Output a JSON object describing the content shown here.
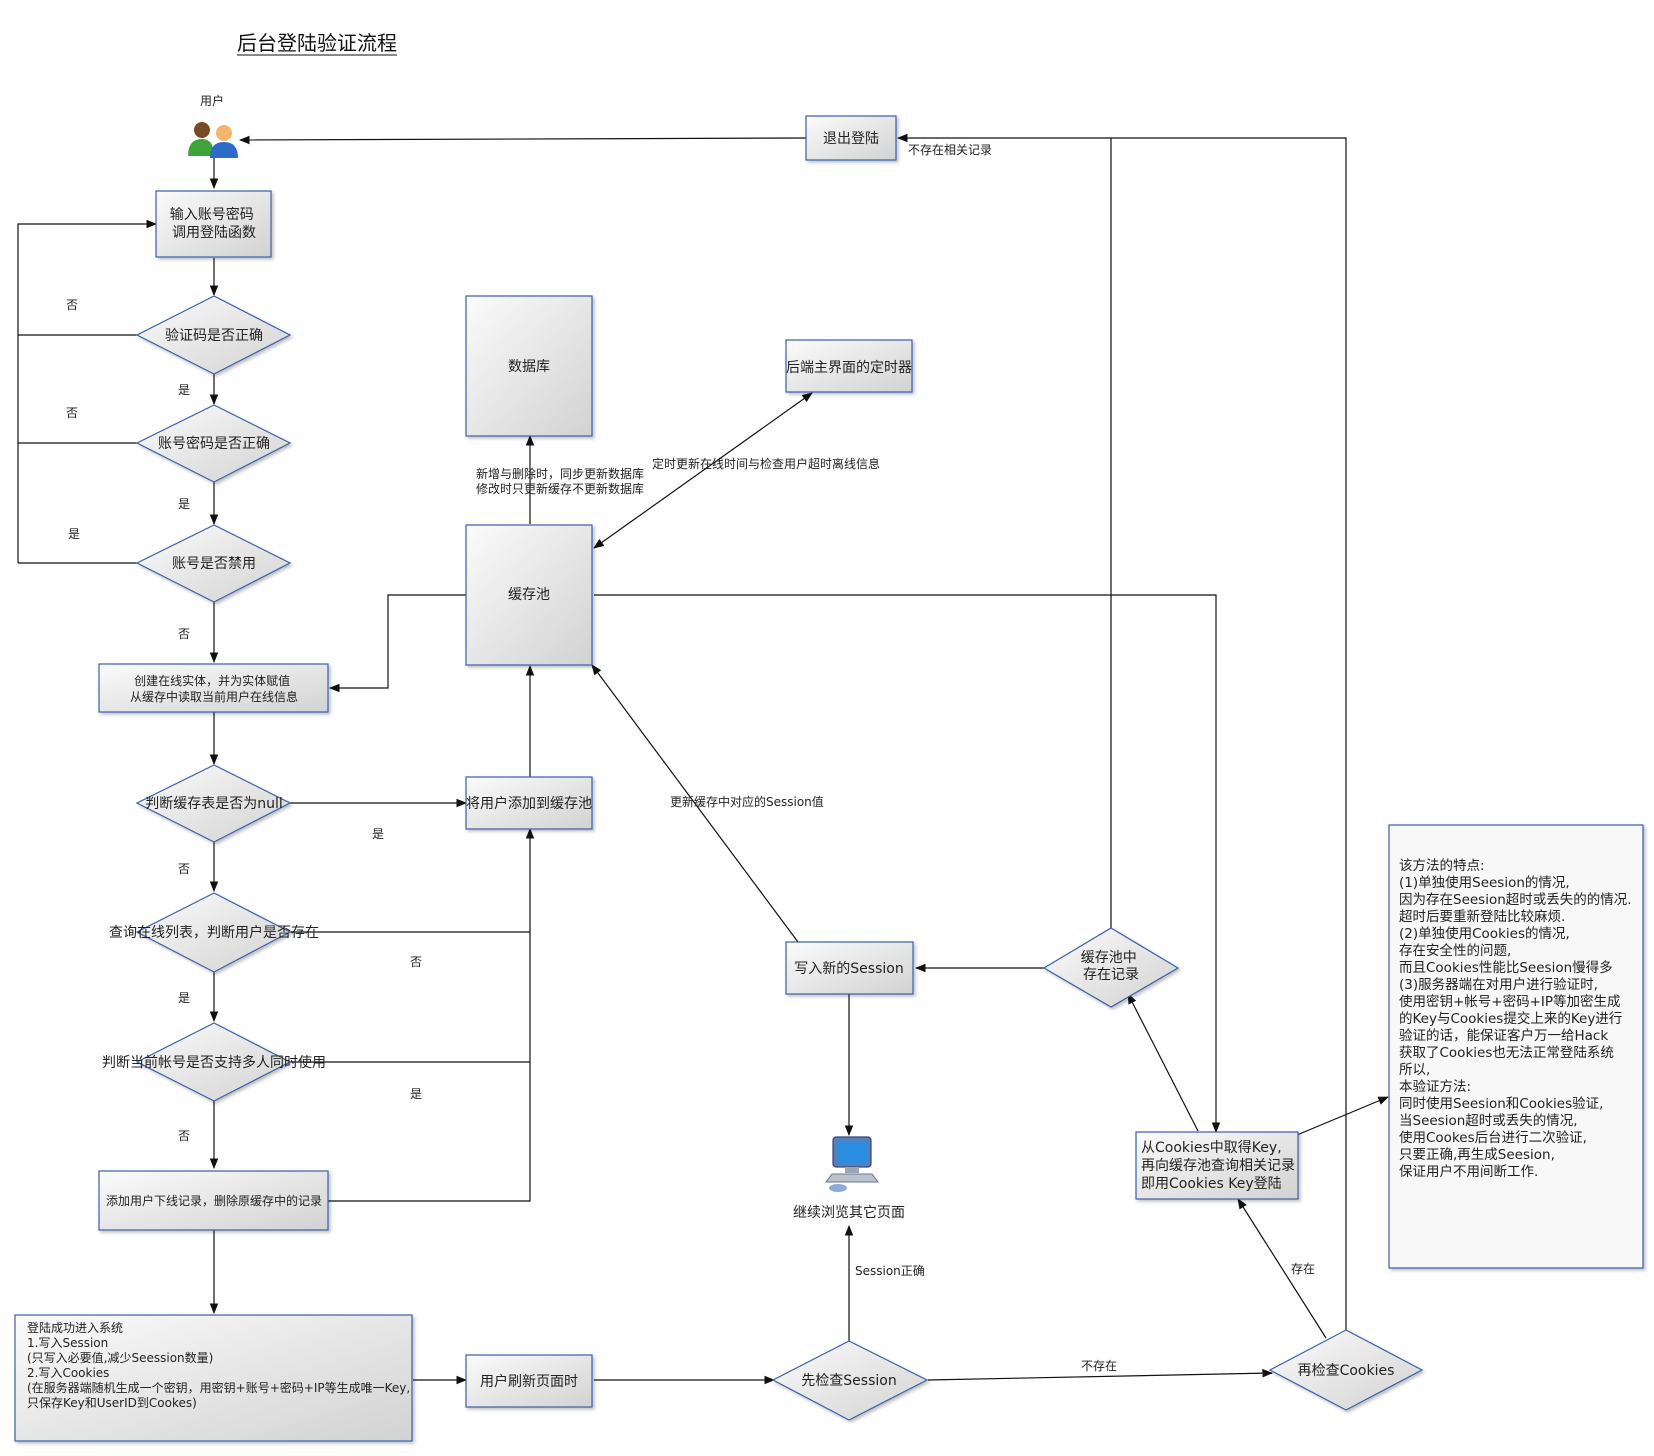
{
  "title": "后台登陆验证流程",
  "user_label": "用户",
  "nodes": {
    "input_login": [
      "输入账号密码",
      "调用登陆函数"
    ],
    "check_captcha": "验证码是否正确",
    "check_password": "账号密码是否正确",
    "check_disabled": "账号是否禁用",
    "create_entity": [
      "创建在线实体，并为实体赋值",
      "从缓存中读取当前用户在线信息"
    ],
    "check_cache_null": "判断缓存表是否为null",
    "query_online": "查询在线列表，判断用户是否存在",
    "check_multi": "判断当前帐号是否支持多人同时使用",
    "add_offline": "添加用户下线记录，删除原缓存中的记录",
    "login_success": [
      "登陆成功进入系统",
      "",
      "1.写入Session",
      "(只写入必要值,减少Seession数量)",
      "",
      "2.写入Cookies",
      "(在服务器端随机生成一个密钥，用密钥+账号+密码+IP等生成唯一Key,",
      "只保存Key和UserID到Cookes)"
    ],
    "refresh_page": "用户刷新页面时",
    "check_session": "先检查Session",
    "check_cookies": "再检查Cookies",
    "cookies_key": [
      "从Cookies中取得Key,",
      "再向缓存池查询相关记录",
      "即用Cookies Key登陆"
    ],
    "cache_record": [
      "缓存池中",
      "存在记录"
    ],
    "write_session": "写入新的Session",
    "continue_browse": "继续浏览其它页面",
    "logout": "退出登陆",
    "database": "数据库",
    "cache_pool": "缓存池",
    "add_to_cache": "将用户添加到缓存池",
    "timer": "后端主界面的定时器"
  },
  "edge_labels": {
    "no_1": "否",
    "yes_1": "是",
    "no_2": "否",
    "yes_2": "是",
    "yes_3": "是",
    "no_3": "否",
    "yes_null": "是",
    "no_null": "否",
    "no_query": "否",
    "yes_query": "是",
    "yes_multi": "是",
    "no_multi": "否",
    "db_sync": [
      "新增与删除时，同步更新数据库",
      "修改时只更新缓存不更新数据库"
    ],
    "timer_update": "定时更新在线时间与检查用户超时离线信息",
    "update_session": "更新缓存中对应的Session值",
    "session_ok": "Session正确",
    "not_exist": "不存在",
    "exist": "存在",
    "no_record": "不存在相关记录"
  },
  "note": [
    "该方法的特点:",
    "(1)单独使用Seesion的情况,",
    "因为存在Seesion超时或丢失的的情况.",
    "超时后要重新登陆比较麻烦.",
    "",
    "(2)单独使用Cookies的情况,",
    "存在安全性的问题,",
    "而且Cookies性能比Seesion慢得多",
    "",
    "(3)服务器端在对用户进行验证时,",
    "使用密钥+帐号+密码+IP等加密生成",
    "的Key与Cookies提交上来的Key进行",
    "验证的话，能保证客户万一给Hack",
    "获取了Cookies也无法正常登陆系统",
    "",
    "所以,",
    "本验证方法:",
    "同时使用Seesion和Cookies验证,",
    "当Seesion超时或丢失的情况,",
    "使用Cookes后台进行二次验证,",
    "只要正确,再生成Seesion,",
    "保证用户不用间断工作."
  ],
  "icons": {
    "user": "users-icon",
    "computer": "computer-icon"
  },
  "colors": {
    "node_stroke": "#3b5ea8",
    "node_fill_top": "#fbfbfb",
    "node_fill_bottom": "#d4d4d4"
  }
}
